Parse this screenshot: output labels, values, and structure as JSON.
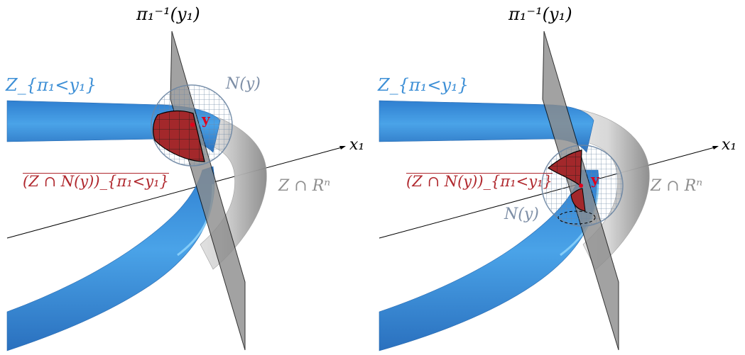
{
  "figure": {
    "panels": [
      {
        "plane_label": "π₁⁻¹(y₁)",
        "axis_label": "x₁",
        "set_label": "Z_{π₁<y₁}",
        "neighborhood_label": "N(y)",
        "point_label": "y",
        "intersection_label": "(Z ∩ N(y))_{π₁<y₁}",
        "real_part_label": "Z ∩ Rⁿ"
      },
      {
        "plane_label": "π₁⁻¹(y₁)",
        "axis_label": "x₁",
        "set_label": "Z_{π₁<y₁}",
        "neighborhood_label": "N(y)",
        "point_label": "y",
        "intersection_label": "(Z ∩ N(y))_{π₁<y₁}",
        "real_part_label": "Z ∩ Rⁿ"
      }
    ],
    "colors": {
      "tube_blue": "#3d8fd6",
      "tube_gray": "#bdbdbd",
      "plane": "#8c8c8c",
      "sphere_wire": "#6c86a3",
      "patch_red": "#a3282b",
      "label_blue": "#3d8fd6",
      "label_red": "#b0282e",
      "label_gray": "#8e8e8e",
      "label_slate": "#7d8ea6",
      "point_red": "#e0001b"
    }
  }
}
